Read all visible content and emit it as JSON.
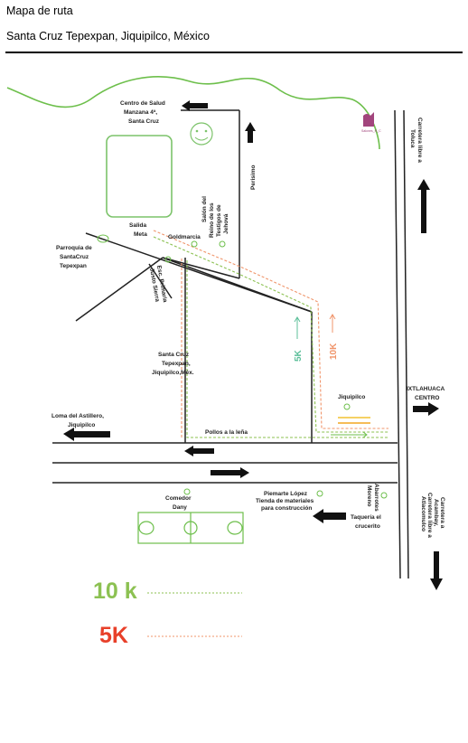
{
  "header": {
    "title": "Mapa de ruta",
    "subtitle": "Santa Cruz Tepexpan, Jiquipilco,  México"
  },
  "labels": {
    "centro_salud": [
      "Centro de Salud",
      "Manzana 4ª,",
      "Santa Cruz"
    ],
    "perisimo": "Perisimo",
    "salon_reino": [
      "Salón del",
      "Reino de los",
      "Testigos de",
      "Jehová"
    ],
    "salida_meta": [
      "Salida",
      "Meta"
    ],
    "goldmarcia": "Goldmarcia",
    "parroquia": [
      "Parroquia de",
      "SantaCruz",
      "Tepexpan"
    ],
    "escuela": [
      "Esc. Primaria",
      "Justo Sierra"
    ],
    "santa_cruz": [
      "Santa Cruz",
      "Tepexpan,",
      "Jiquipilco,Méx."
    ],
    "loma": [
      "Loma del Astillero,",
      "Jiquipilco"
    ],
    "jiquipilco": "Jiquipilco",
    "pollos": "Pollos a la leña",
    "ixtlahuaca": [
      "IXTLAHUACA",
      "CENTRO"
    ],
    "comedor": [
      "Comedor",
      "Dany"
    ],
    "piemarte": [
      "Piemarte López",
      "Tienda de materiales",
      "para construcción"
    ],
    "taqueria": [
      "Taquería el",
      "crucerito"
    ],
    "abarrotes": [
      "Abarrotes",
      "Moreno"
    ],
    "carretera_toluca": [
      "Carretera libre a",
      "Toluca"
    ],
    "carretera_acambay": [
      "Carretera a",
      "Acambay,",
      "Carretera libre a",
      "Atlacomulco"
    ],
    "marker_5k": "5K",
    "marker_10k": "10K",
    "logo_text": "Salones_R_C"
  },
  "legend": {
    "item1_label": "10 k",
    "item2_label": "5K"
  },
  "colors": {
    "route_10k": "#8cc152",
    "route_5k": "#f0956b",
    "legend_10k": "#8cc152",
    "legend_5k": "#e8402a",
    "green_line": "#6dbf4b",
    "marker_5k": "#5cbf9a",
    "marker_10k": "#f0956b",
    "logo": "#a2457d"
  }
}
